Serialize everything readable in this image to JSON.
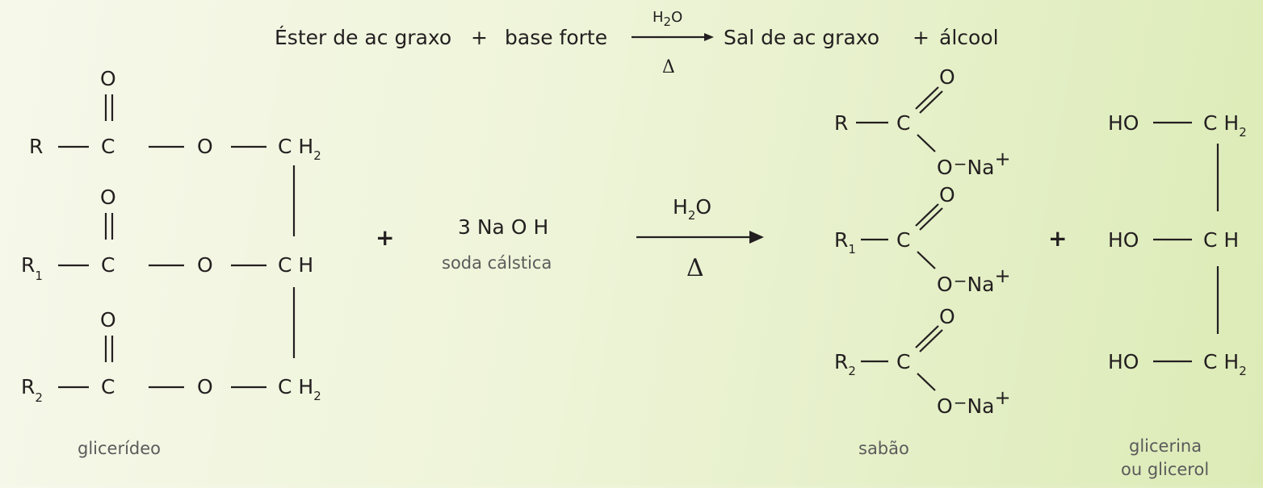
{
  "header": {
    "reactant1": "Éster de ac graxo",
    "plus1": "+",
    "reactant2": "base forte",
    "condition_top_main": "H",
    "condition_top_sub": "2",
    "condition_top_tail": "O",
    "condition_bottom": "Δ",
    "product1": "Sal de ac graxo",
    "plus2": "+",
    "product2": "álcool"
  },
  "atoms": {
    "R": "R",
    "C": "C",
    "O": "O",
    "H": "H",
    "CH": "C H",
    "CH2_main": "C H",
    "sub2": "2",
    "sub1": "1",
    "HO": "HO",
    "ONa": "O",
    "minus": "−",
    "Na": "Na",
    "plusCharge": "+"
  },
  "reagent": {
    "formula": "3 Na O H",
    "name": "soda cálstica"
  },
  "arrow": {
    "top_main": "H",
    "top_sub": "2",
    "top_tail": "O",
    "bottom": "Δ"
  },
  "labels": {
    "glyceride": "glicerídeo",
    "soap": "sabão",
    "glycerin_line1": "glicerina",
    "glycerin_line2": "ou glicerol"
  },
  "plus_sign": "+"
}
